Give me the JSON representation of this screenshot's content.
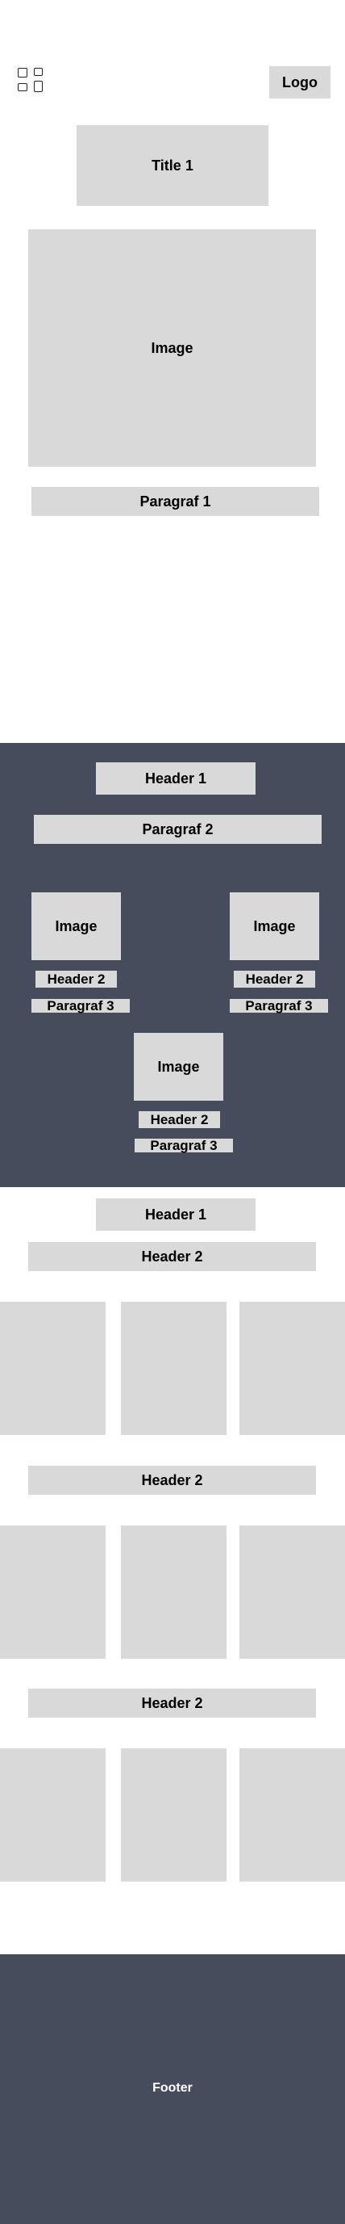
{
  "header": {
    "menu_icon": "grid-icon",
    "logo_label": "Logo"
  },
  "hero": {
    "title": "Title 1",
    "image_label": "Image",
    "paragraph": "Paragraf 1"
  },
  "features": {
    "header": "Header 1",
    "paragraph": "Paragraf 2",
    "cards": [
      {
        "image_label": "Image",
        "header": "Header 2",
        "paragraph": "Paragraf 3"
      },
      {
        "image_label": "Image",
        "header": "Header 2",
        "paragraph": "Paragraf 3"
      },
      {
        "image_label": "Image",
        "header": "Header 2",
        "paragraph": "Paragraf 3"
      }
    ]
  },
  "gallery": {
    "header": "Header 1",
    "groups": [
      {
        "header": "Header 2"
      },
      {
        "header": "Header 2"
      },
      {
        "header": "Header 2"
      }
    ]
  },
  "footer": {
    "label": "Footer"
  },
  "colors": {
    "placeholder": "#d9d9d9",
    "dark_section": "#474c5c",
    "text_dark": "#000000",
    "text_light": "#ffffff"
  }
}
